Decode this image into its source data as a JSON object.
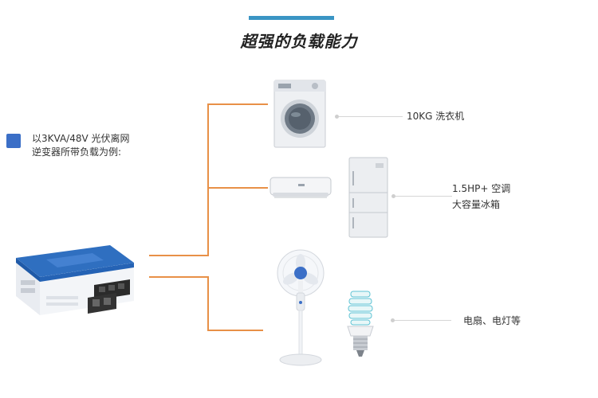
{
  "header": {
    "title": "超强的负载能力"
  },
  "legend": {
    "line1": "以3KVA/48V 光伏离网",
    "line2": "逆变器所带负载为例:"
  },
  "loads": {
    "washer": "10KG 洗衣机",
    "ac": "1.5HP+ 空调",
    "fridge": "大容量冰箱",
    "fan_light": "电扇、电灯等"
  },
  "colors": {
    "accent_bar": "#3a95c4",
    "legend_square": "#3b6fc7",
    "wire": "#e89047",
    "inverter_blue": "#2f6fc0"
  }
}
